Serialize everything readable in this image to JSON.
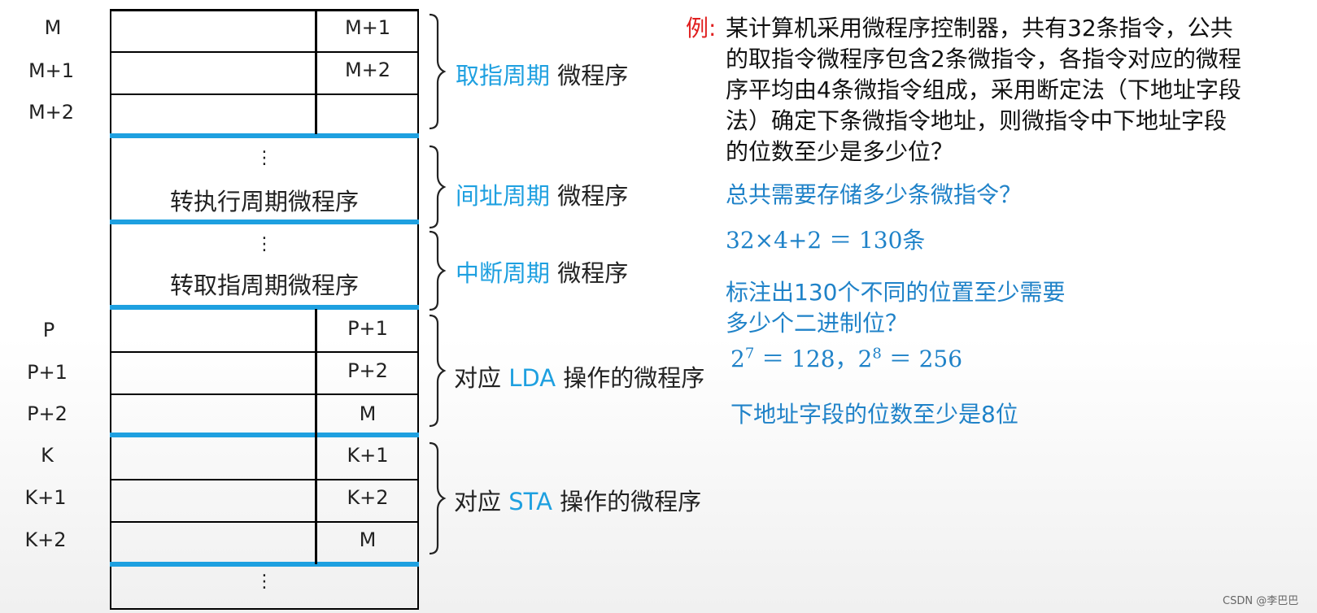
{
  "addresses": {
    "m0": "M",
    "m1": "M+1",
    "m2": "M+2",
    "p0": "P",
    "p1": "P+1",
    "p2": "P+2",
    "k0": "K",
    "k1": "K+1",
    "k2": "K+2"
  },
  "next_fields": {
    "r1": "M+1",
    "r2": "M+2",
    "r3": "",
    "r4": "P+1",
    "r5": "P+2",
    "r6": "M",
    "r7": "K+1",
    "r8": "K+2",
    "r9": "M"
  },
  "dots": "⋮",
  "indirect_box_text": "转执行周期微程序",
  "interrupt_box_text": "转取指周期微程序",
  "labels": {
    "fetch_em": "取指周期",
    "fetch_rest": " 微程序",
    "indirect_em": "间址周期",
    "indirect_rest": " 微程序",
    "interrupt_em": "中断周期",
    "interrupt_rest": " 微程序",
    "lda_pre": "对应 ",
    "lda_em": "LDA",
    "lda_post": " 操作的微程序",
    "sta_pre": "对应 ",
    "sta_em": "STA",
    "sta_post": " 操作的微程序"
  },
  "question": {
    "prefix": "例:",
    "lines": [
      "某计算机采用微程序控制器，共有32条指令，公共",
      "的取指令微程序包含2条微指令，各指令对应的微程",
      "序平均由4条微指令组成，采用断定法（下地址字段",
      "法）确定下条微指令地址，则微指令中下地址字段",
      "的位数至少是多少位？"
    ]
  },
  "answer": {
    "q1": "总共需要存储多少条微指令？",
    "calc": "32×4+2 ＝ 130条",
    "q2_line1": "标注出130个不同的位置至少需要",
    "q2_line2": "多少个二进制位？",
    "pow_base1": "2",
    "pow_exp1": "7",
    "pow_val1": " ＝ 128，",
    "pow_base2": "2",
    "pow_exp2": "8",
    "pow_val2": " ＝ 256",
    "conclusion": "下地址字段的位数至少是8位"
  },
  "watermark": "CSDN @李巴巴",
  "colors": {
    "accent": "#1ea0e0",
    "answer": "#1f82c8",
    "example_prefix": "#e02020"
  }
}
